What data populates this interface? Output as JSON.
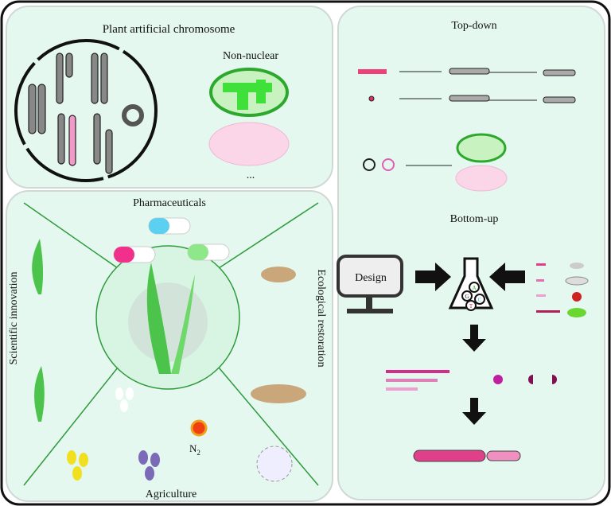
{
  "panels": {
    "plant_artificial_chromosome": {
      "title": "Plant artificial chromosome",
      "non_nuclear_label": "Non-nuclear",
      "ellipsis": "..."
    },
    "applications": {
      "pharmaceuticals": "Pharmaceuticals",
      "scientific_innovation": "Scientific innovation",
      "ecological_restoration": "Ecological restoration",
      "agriculture": "Agriculture",
      "n2_label": "N",
      "n2_subscript": "2"
    },
    "construction": {
      "top_down": "Top-down",
      "bottom_up": "Bottom-up",
      "design_label": "Design",
      "flask_bases": [
        "A",
        "G",
        "C",
        "T"
      ]
    }
  },
  "colors": {
    "panel_fill": "#e4f8f0",
    "chromosome_gray": "#8a8a8a",
    "pink": "#e0408a",
    "light_pink": "#f6b8d8",
    "green": "#3fd92f",
    "dark_green": "#1c9a1c"
  }
}
